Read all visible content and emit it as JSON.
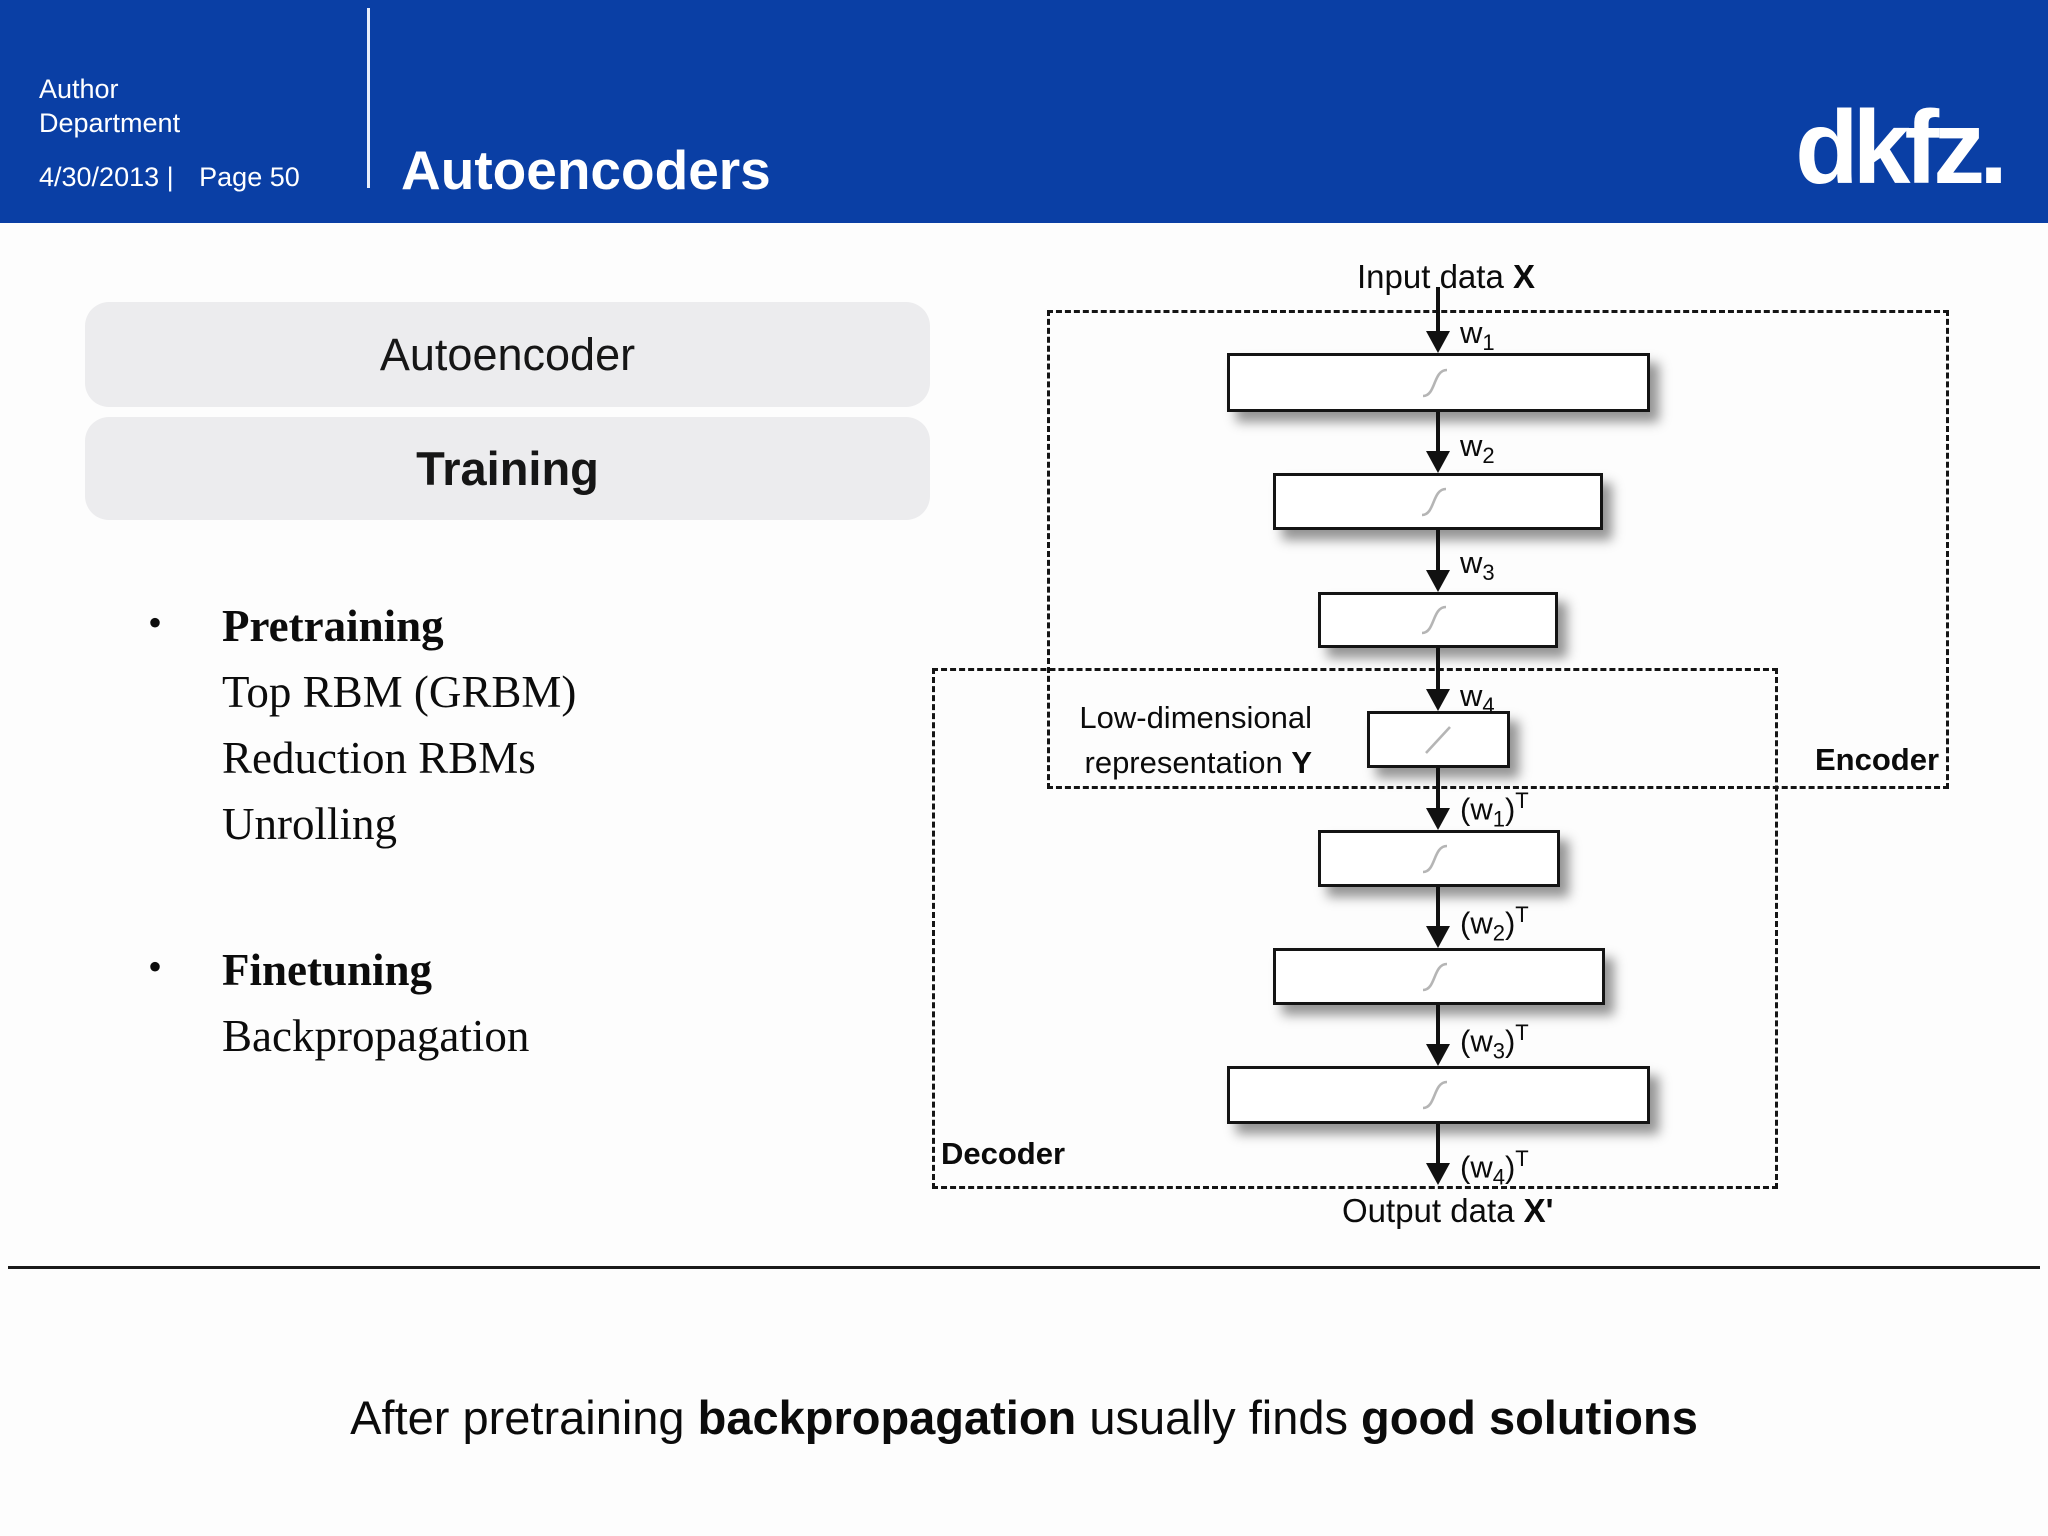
{
  "header": {
    "author": "Author",
    "department": "Department",
    "date": "4/30/2013 |",
    "page": "Page 50",
    "title": "Autoencoders",
    "logo": "dkfz."
  },
  "topic_boxes": [
    {
      "label": "Autoencoder",
      "bold": false
    },
    {
      "label": "Training",
      "bold": true
    }
  ],
  "bullets": [
    {
      "lines": [
        {
          "text": "Pretraining",
          "bold": true
        },
        {
          "text": "Top RBM (GRBM)",
          "bold": false
        },
        {
          "text": "Reduction RBMs",
          "bold": false
        },
        {
          "text": "Unrolling",
          "bold": false
        }
      ]
    },
    {
      "lines": [
        {
          "text": "Finetuning",
          "bold": true
        },
        {
          "text": "Backpropagation",
          "bold": false
        }
      ]
    }
  ],
  "diagram": {
    "input_label": {
      "text": "Input data ",
      "bold": "X"
    },
    "output_label": {
      "text": "Output data ",
      "bold": "X'"
    },
    "encoder_label": "Encoder",
    "decoder_label": "Decoder",
    "code_label_line1": "Low-dimensional",
    "code_label_line2": {
      "text": "representation ",
      "bold": "Y"
    },
    "weights": [
      {
        "pre": "w",
        "sub": "1",
        "post": "",
        "sup": ""
      },
      {
        "pre": "w",
        "sub": "2",
        "post": "",
        "sup": ""
      },
      {
        "pre": "w",
        "sub": "3",
        "post": "",
        "sup": ""
      },
      {
        "pre": "w",
        "sub": "4",
        "post": "",
        "sup": ""
      },
      {
        "pre": "(w",
        "sub": "1",
        "post": ")",
        "sup": "T"
      },
      {
        "pre": "(w",
        "sub": "2",
        "post": ")",
        "sup": "T"
      },
      {
        "pre": "(w",
        "sub": "3",
        "post": ")",
        "sup": "T"
      },
      {
        "pre": "(w",
        "sub": "4",
        "post": ")",
        "sup": "T"
      }
    ],
    "activations": [
      "sigmoid",
      "sigmoid",
      "sigmoid",
      "linear",
      "sigmoid",
      "sigmoid",
      "sigmoid"
    ]
  },
  "footer": {
    "segments": [
      {
        "text": "After pretraining ",
        "bold": false
      },
      {
        "text": "backpropagation",
        "bold": true
      },
      {
        "text": " usually finds ",
        "bold": false
      },
      {
        "text": "good solutions",
        "bold": true
      }
    ]
  },
  "colors": {
    "header_blue": "#0a3fa5",
    "topic_gray": "#ececee",
    "curve_gray": "#b5b5b5"
  }
}
